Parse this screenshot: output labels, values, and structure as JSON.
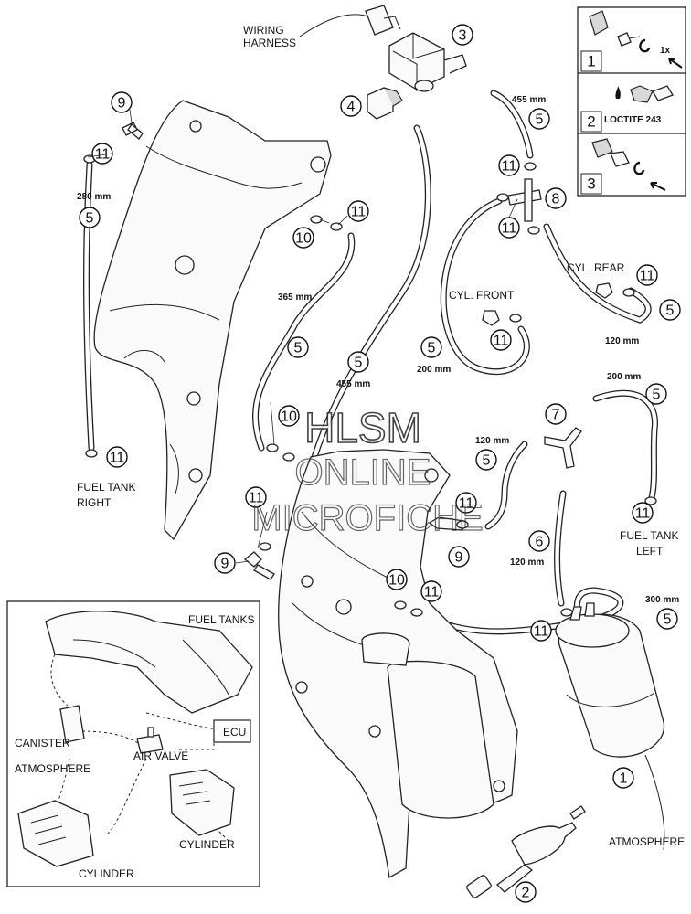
{
  "labels": {
    "wiring_harness": [
      "WIRING",
      "HARNESS"
    ],
    "fuel_tank_right": [
      "FUEL TANK",
      "RIGHT"
    ],
    "fuel_tank_left": [
      "FUEL TANK",
      "LEFT"
    ],
    "cyl_front": "CYL. FRONT",
    "cyl_rear": "CYL. REAR",
    "atmosphere": "ATMOSPHERE"
  },
  "lengths": {
    "l_455_top": "455 mm",
    "l_280": "280 mm",
    "l_365": "365 mm",
    "l_455_mid": "455 mm",
    "l_200_front": "200 mm",
    "l_120_rear": "120 mm",
    "l_200_left": "200 mm",
    "l_120_mid": "120 mm",
    "l_120_p6": "120 mm",
    "l_300": "300 mm"
  },
  "callouts": {
    "c1": "1",
    "c2": "2",
    "c3": "3",
    "c4": "4",
    "c5": "5",
    "c6": "6",
    "c7": "7",
    "c8": "8",
    "c9": "9",
    "c10": "10",
    "c11": "11"
  },
  "legend": {
    "steps": [
      "1",
      "2",
      "3"
    ],
    "step1_note": "1x",
    "step2_note": "LOCTITE 243"
  },
  "inset": {
    "fuel_tanks": "FUEL TANKS",
    "ecu": "ECU",
    "canister": "CANISTER",
    "atmosphere": "ATMOSPHERE",
    "air_valve": "AIR VALVE",
    "cylinder_upper": "CYLINDER",
    "cylinder_lower": "CYLINDER"
  },
  "watermark": {
    "line1": "HLSM",
    "line2": "ONLINE",
    "line3": "MICROFICHE"
  },
  "icons": [
    "clamp-icon",
    "arrow-icon",
    "glue-bottle-icon"
  ]
}
